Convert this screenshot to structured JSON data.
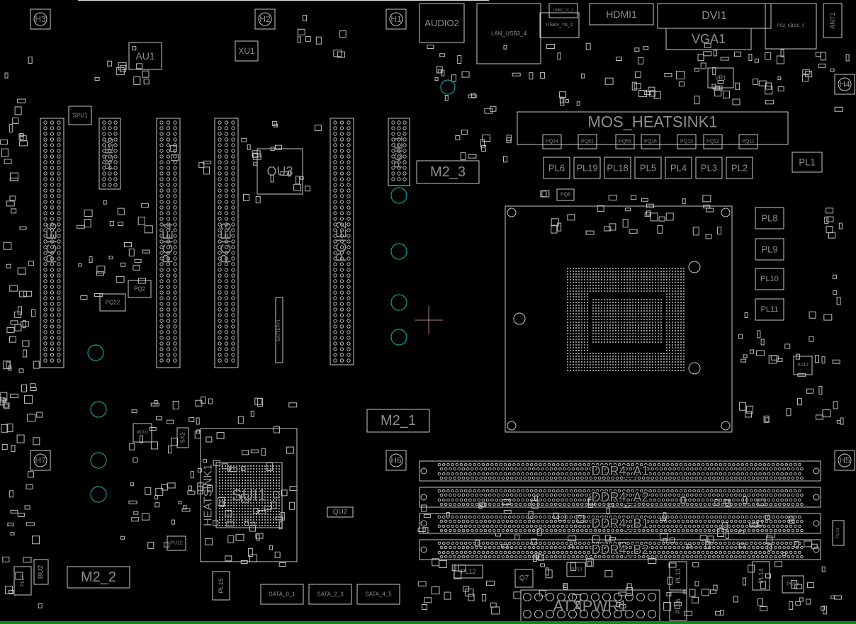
{
  "view": {
    "background": "#000000",
    "outline_color": "#c8c8c8",
    "label_color": "#8e8e8e",
    "hole_color": "#1a9a9a",
    "status_color": "#0f8a1a"
  },
  "components": [
    {
      "ref": "H1"
    },
    {
      "ref": "H2"
    },
    {
      "ref": "H3"
    },
    {
      "ref": "H4"
    },
    {
      "ref": "H5"
    },
    {
      "ref": "H6"
    },
    {
      "ref": "H7"
    },
    {
      "ref": "AU1"
    },
    {
      "ref": "XU1"
    },
    {
      "ref": "SPU1"
    },
    {
      "ref": "PCIE6"
    },
    {
      "ref": "PCIE5"
    },
    {
      "ref": "PCIE4"
    },
    {
      "ref": "PCIE3"
    },
    {
      "ref": "PCIE2"
    },
    {
      "ref": "PCIE1"
    },
    {
      "ref": "OU3"
    },
    {
      "ref": "M2_3"
    },
    {
      "ref": "M2_1"
    },
    {
      "ref": "M2_2"
    },
    {
      "ref": "MOS_HEATSINK1"
    },
    {
      "ref": "PL6"
    },
    {
      "ref": "PL19"
    },
    {
      "ref": "PL18"
    },
    {
      "ref": "PL5"
    },
    {
      "ref": "PL4"
    },
    {
      "ref": "PL3"
    },
    {
      "ref": "PL2"
    },
    {
      "ref": "PL1"
    },
    {
      "ref": "PL8"
    },
    {
      "ref": "PL9"
    },
    {
      "ref": "PL10"
    },
    {
      "ref": "PL11"
    },
    {
      "ref": "PQ14"
    },
    {
      "ref": "PQ61"
    },
    {
      "ref": "PQ59"
    },
    {
      "ref": "PQ16"
    },
    {
      "ref": "PQ13"
    },
    {
      "ref": "PQ12"
    },
    {
      "ref": "PQ11"
    },
    {
      "ref": "PQ8"
    },
    {
      "ref": "DDR4_A1"
    },
    {
      "ref": "DDR4_A2"
    },
    {
      "ref": "DDR4_B1"
    },
    {
      "ref": "DDR4_B2"
    },
    {
      "ref": "ATXPWR1"
    },
    {
      "ref": "SATA_0_1"
    },
    {
      "ref": "SATA_2_3"
    },
    {
      "ref": "SATA_4_5"
    },
    {
      "ref": "SUI1"
    },
    {
      "ref": "HEATSINK1"
    },
    {
      "ref": "BATTERY1"
    },
    {
      "ref": "QU2"
    },
    {
      "ref": "BU2"
    },
    {
      "ref": "AUDIO2"
    },
    {
      "ref": "LAN_USB3_4"
    },
    {
      "ref": "USB3_TA_1"
    },
    {
      "ref": "USB2_TC_1"
    },
    {
      "ref": "HDMI1"
    },
    {
      "ref": "DVI1"
    },
    {
      "ref": "VGA1"
    },
    {
      "ref": "PS2_KBMS_3"
    },
    {
      "ref": "ANT1"
    },
    {
      "ref": "MCU1"
    },
    {
      "ref": "SX2"
    },
    {
      "ref": "PU12"
    },
    {
      "ref": "PU13"
    },
    {
      "ref": "PU15"
    },
    {
      "ref": "PU11"
    },
    {
      "ref": "PU10"
    },
    {
      "ref": "PL12"
    },
    {
      "ref": "PL13"
    },
    {
      "ref": "PL14"
    },
    {
      "ref": "PL15"
    },
    {
      "ref": "PL16"
    },
    {
      "ref": "PL17"
    },
    {
      "ref": "Q7"
    },
    {
      "ref": "VR1"
    },
    {
      "ref": "PQ2"
    },
    {
      "ref": "PQ22"
    }
  ]
}
